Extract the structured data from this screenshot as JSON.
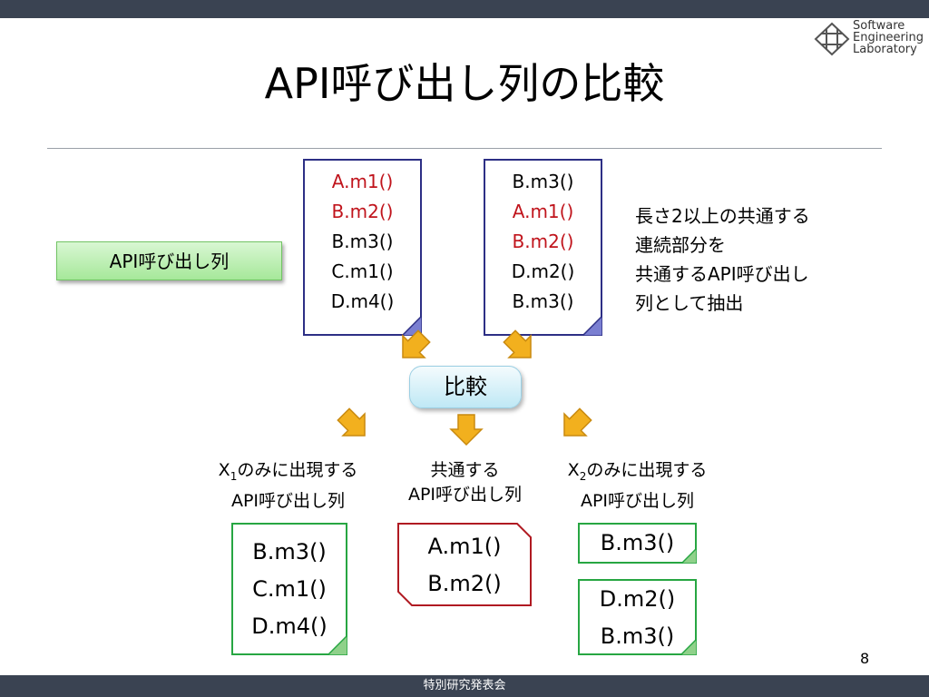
{
  "slide": {
    "title": "API呼び出し列の比較",
    "page_number": "8",
    "footer": "特別研究発表会",
    "logo": {
      "line1": "Software",
      "line2": "Engineering",
      "line3": "Laboratory"
    },
    "label": "API呼び出し列",
    "compare_button": "比較",
    "note": [
      "長さ2以上の共通する",
      "連続部分を",
      "共通するAPI呼び出し",
      "列として抽出"
    ],
    "seq1": [
      "A.m1()",
      "B.m2()",
      "B.m3()",
      "C.m1()",
      "D.m4()"
    ],
    "seq2": [
      "B.m3()",
      "A.m1()",
      "B.m2()",
      "D.m2()",
      "B.m3()"
    ],
    "captions": {
      "left_prefix": "X",
      "left_sub": "1",
      "left_rest": "のみに出現する",
      "left_line2": "API呼び出し列",
      "center_line1": "共通する",
      "center_line2": "API呼び出し列",
      "right_prefix": "X",
      "right_sub": "2",
      "right_rest": "のみに出現する",
      "right_line2": "API呼び出し列"
    },
    "result_left": [
      "B.m3()",
      "C.m1()",
      "D.m4()"
    ],
    "result_center": [
      "A.m1()",
      "B.m2()"
    ],
    "result_right_a": [
      "B.m3()"
    ],
    "result_right_b": [
      "D.m2()",
      "B.m3()"
    ],
    "colors": {
      "highlight": "#c0141c",
      "doc_border": "#2d2f85",
      "green": "#27a642",
      "arrow": "#f2b01e"
    }
  }
}
